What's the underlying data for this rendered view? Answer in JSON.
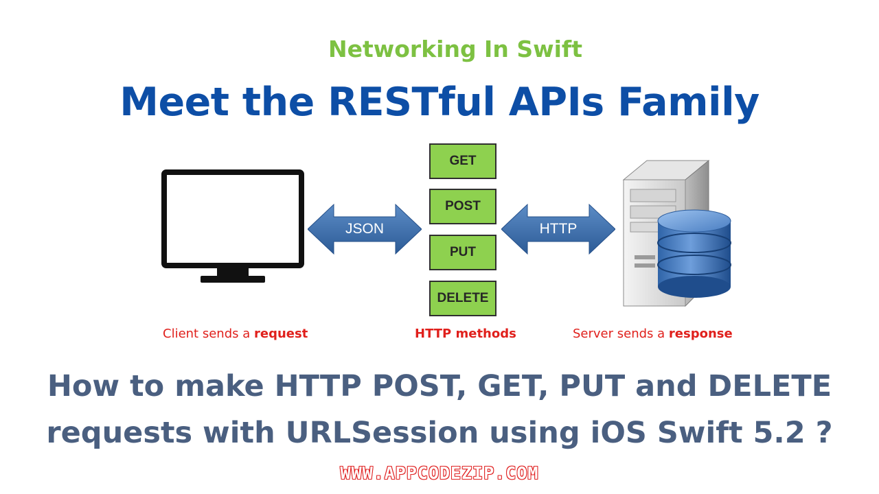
{
  "kicker": "Networking In Swift",
  "headline": "Meet the RESTful APIs Family",
  "diagram": {
    "methods": [
      "GET",
      "POST",
      "PUT",
      "DELETE"
    ],
    "client_arrow_label": "JSON",
    "server_arrow_label": "HTTP",
    "captions": {
      "client_prefix": "Client sends a ",
      "client_bold": "request",
      "methods": "HTTP methods",
      "server_prefix": "Server sends a ",
      "server_bold": "response"
    }
  },
  "question": {
    "line1": "How to make HTTP POST, GET, PUT and DELETE",
    "line2": "requests with URLSession using iOS Swift 5.2 ?"
  },
  "website": "WWW.APPCODEZIP.COM",
  "colors": {
    "kicker": "#7dc142",
    "headline": "#0d4ea6",
    "method_box": "#8ed14f",
    "arrow": "#3a6aa5",
    "caption": "#e0201c",
    "question": "#4a5f80",
    "website_outline": "#e02424"
  }
}
